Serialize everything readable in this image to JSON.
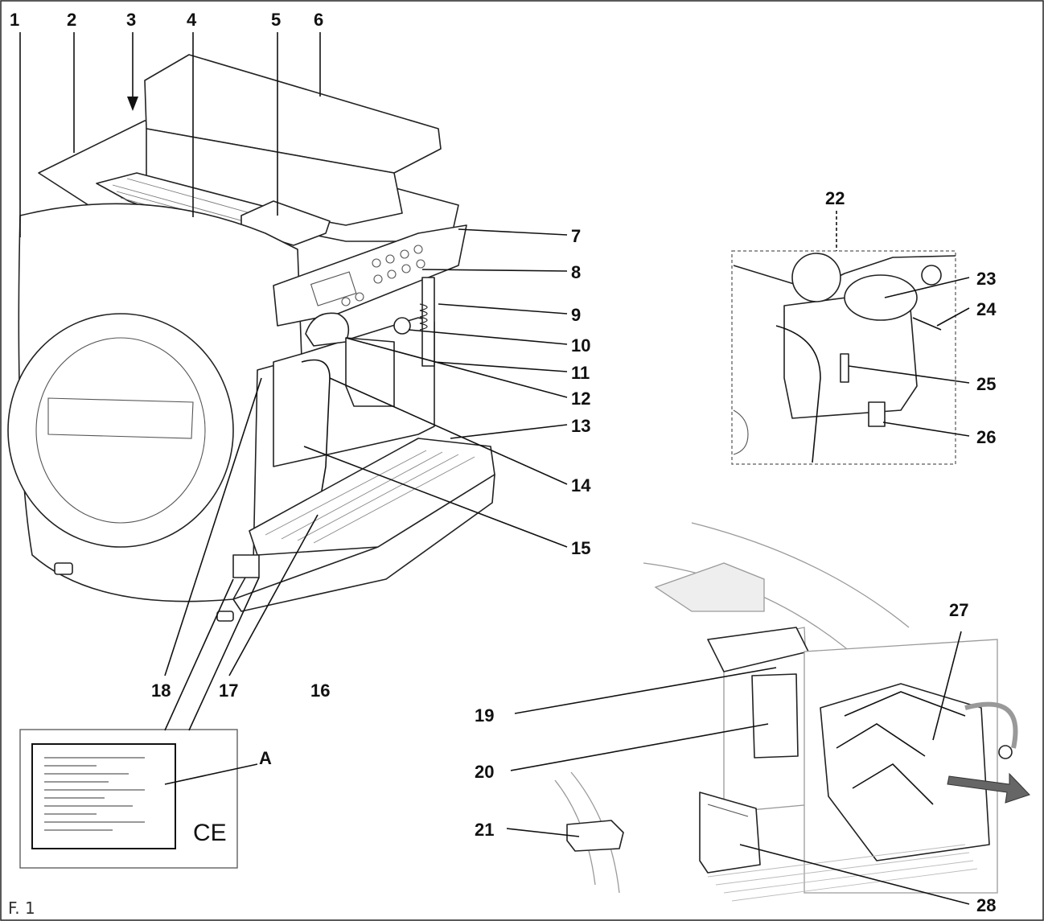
{
  "figure_label": "F. 1",
  "callouts": {
    "c1": "1",
    "c2": "2",
    "c3": "3",
    "c4": "4",
    "c5": "5",
    "c6": "6",
    "c7": "7",
    "c8": "8",
    "c9": "9",
    "c10": "10",
    "c11": "11",
    "c12": "12",
    "c13": "13",
    "c14": "14",
    "c15": "15",
    "c16": "16",
    "c17": "17",
    "c18": "18",
    "c19": "19",
    "c20": "20",
    "c21": "21",
    "c22": "22",
    "c23": "23",
    "c24": "24",
    "c25": "25",
    "c26": "26",
    "c27": "27",
    "c28": "28",
    "cA": "A"
  },
  "rating_plate": {
    "mark": "CE"
  }
}
